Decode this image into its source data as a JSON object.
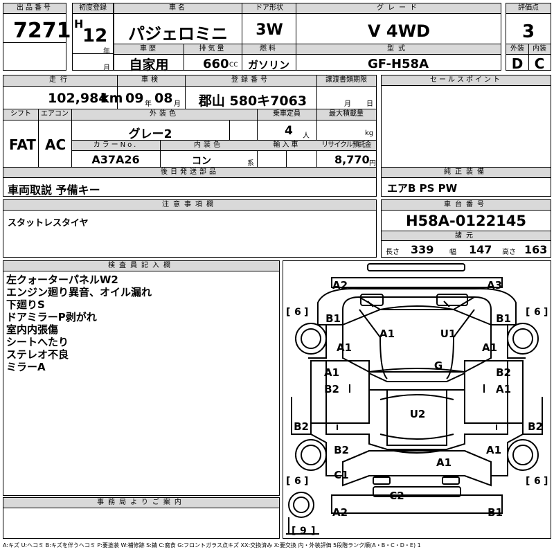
{
  "headers": {
    "lot_no": "出品番号",
    "first_reg": "初度登録",
    "car_name": "車名",
    "door": "ドア形状",
    "grade": "グレード",
    "eval": "評価点",
    "history": "車歴",
    "displacement": "排気量",
    "fuel": "燃料",
    "model": "型式",
    "exterior": "外装",
    "interior": "内装",
    "mileage": "走行",
    "inspection": "車検",
    "reg_no": "登録番号",
    "transfer": "譲渡書類期限",
    "sales_point": "セールスポイント",
    "shift": "シフト",
    "aircon": "エアコン",
    "color": "外装色",
    "capacity": "乗車定員",
    "max_load": "最大積載量",
    "color_no": "カラーNo.",
    "interior_color": "内装色",
    "import": "輸入車",
    "recycle": "リサイクル預託金",
    "later_parts": "後日発送部品",
    "standard_equip": "純正装備",
    "notes": "注意事項欄",
    "chassis": "車台番号",
    "dims": "諸元",
    "inspector": "検査員記入欄",
    "office": "事務局よりご案内"
  },
  "vehicle": {
    "lot_number": "7271",
    "era": "H",
    "year": "12",
    "year_unit": "年",
    "month_unit": "月",
    "name": "パジェロミニ",
    "door": "3W",
    "grade": "V 4WD",
    "score": "3",
    "history": "自家用",
    "displacement": "660",
    "cc": "CC",
    "fuel": "ガソリン",
    "model_code": "GF-H58A",
    "exterior_grade": "D",
    "interior_grade": "C",
    "mileage": "102,984",
    "mileage_unit": "km",
    "inspection_year": "09",
    "inspection_month": "08",
    "year_label": "年",
    "month_label": "月",
    "registration": "郡山 580キ7063",
    "transfer_month": "月",
    "transfer_day": "日",
    "shift": "FAT",
    "aircon": "AC",
    "color": "グレー2",
    "capacity": "4",
    "capacity_unit": "人",
    "load_unit": "kg",
    "color_code": "A37A26",
    "interior_color": "コン",
    "interior_suffix": "系",
    "recycle_fee": "8,770",
    "yen": "円",
    "later_parts": "車両取説 予備キー",
    "equipment": "エアB PS PW",
    "notes": "スタットレスタイヤ",
    "chassis_number": "H58A-0122145",
    "length_label": "長さ",
    "length": "339",
    "width_label": "幅",
    "width": "147",
    "height_label": "高さ",
    "height": "163"
  },
  "inspector_notes": [
    "左クォーターパネルW2",
    "エンジン廻り異音、オイル漏れ",
    "下廻りS",
    "ドアミラーP剥がれ",
    "室内内張傷",
    "シートへたり",
    "ステレオ不良",
    "ミラーA"
  ],
  "diagram": {
    "tire_front_left": "6",
    "tire_front_right": "6",
    "tire_rear_left": "6",
    "tire_rear_right": "6",
    "spare": "9",
    "marks": {
      "front_bumper_left": "A2",
      "front_bumper_right": "A3",
      "fl_fender_b": "B1",
      "fl_fender_a": "A1",
      "fr_fender_b": "B1",
      "fr_fender_a": "A1",
      "hood_left": "A1",
      "hood_right": "U1",
      "roof": "G",
      "left_door_front": "A1",
      "left_door_rear": "B2",
      "right_door_front": "B2",
      "right_door_rear": "A1",
      "left_sill": "B2",
      "right_sill": "B2",
      "floor": "U2",
      "left_rear_qtr": "B2",
      "left_rear_lower": "C1",
      "right_rear_qtr": "A1",
      "rear_cabin": "A1",
      "tailgate": "C2",
      "rear_bumper_left": "A2",
      "rear_bumper_right": "B1"
    }
  },
  "legend": "A:キズ U:ヘコミ B:キズを伴うヘコミ P:要塗装 W:補修跡 S:錆 C:腐食 G:フロントガラス点キズ XX:交換済み X:要交換 内・外装評価 5段階ランク順(A・B・C・D・E) 1"
}
